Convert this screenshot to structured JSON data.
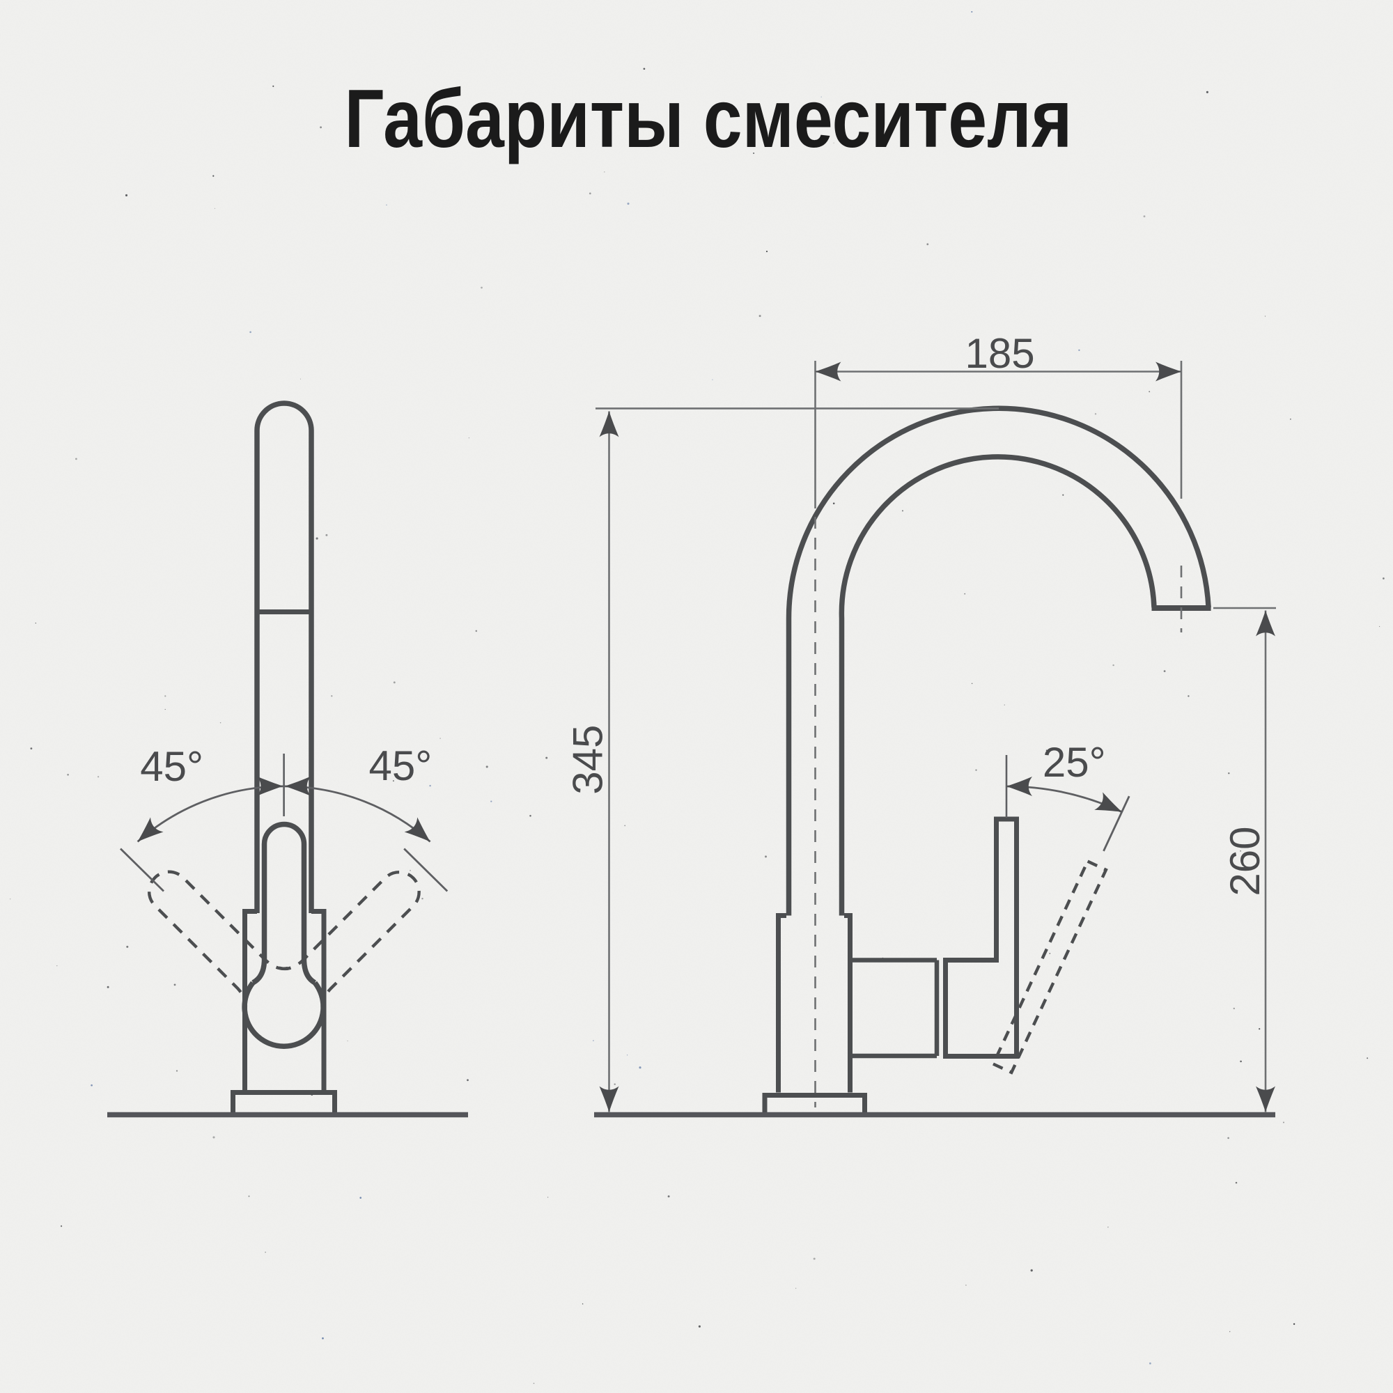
{
  "title": "Габариты смесителя",
  "front_view": {
    "angle_left_label": "45°",
    "angle_right_label": "45°"
  },
  "side_view": {
    "spout_reach_label": "185",
    "total_height_label": "345",
    "outlet_height_label": "260",
    "lever_angle_label": "25°"
  },
  "colors": {
    "background": "#f1f1ef",
    "outline": "#4c4e50",
    "dimension_line": "#6e7072",
    "title_text": "#1b1b1b",
    "label_text": "#4a4b4d"
  }
}
